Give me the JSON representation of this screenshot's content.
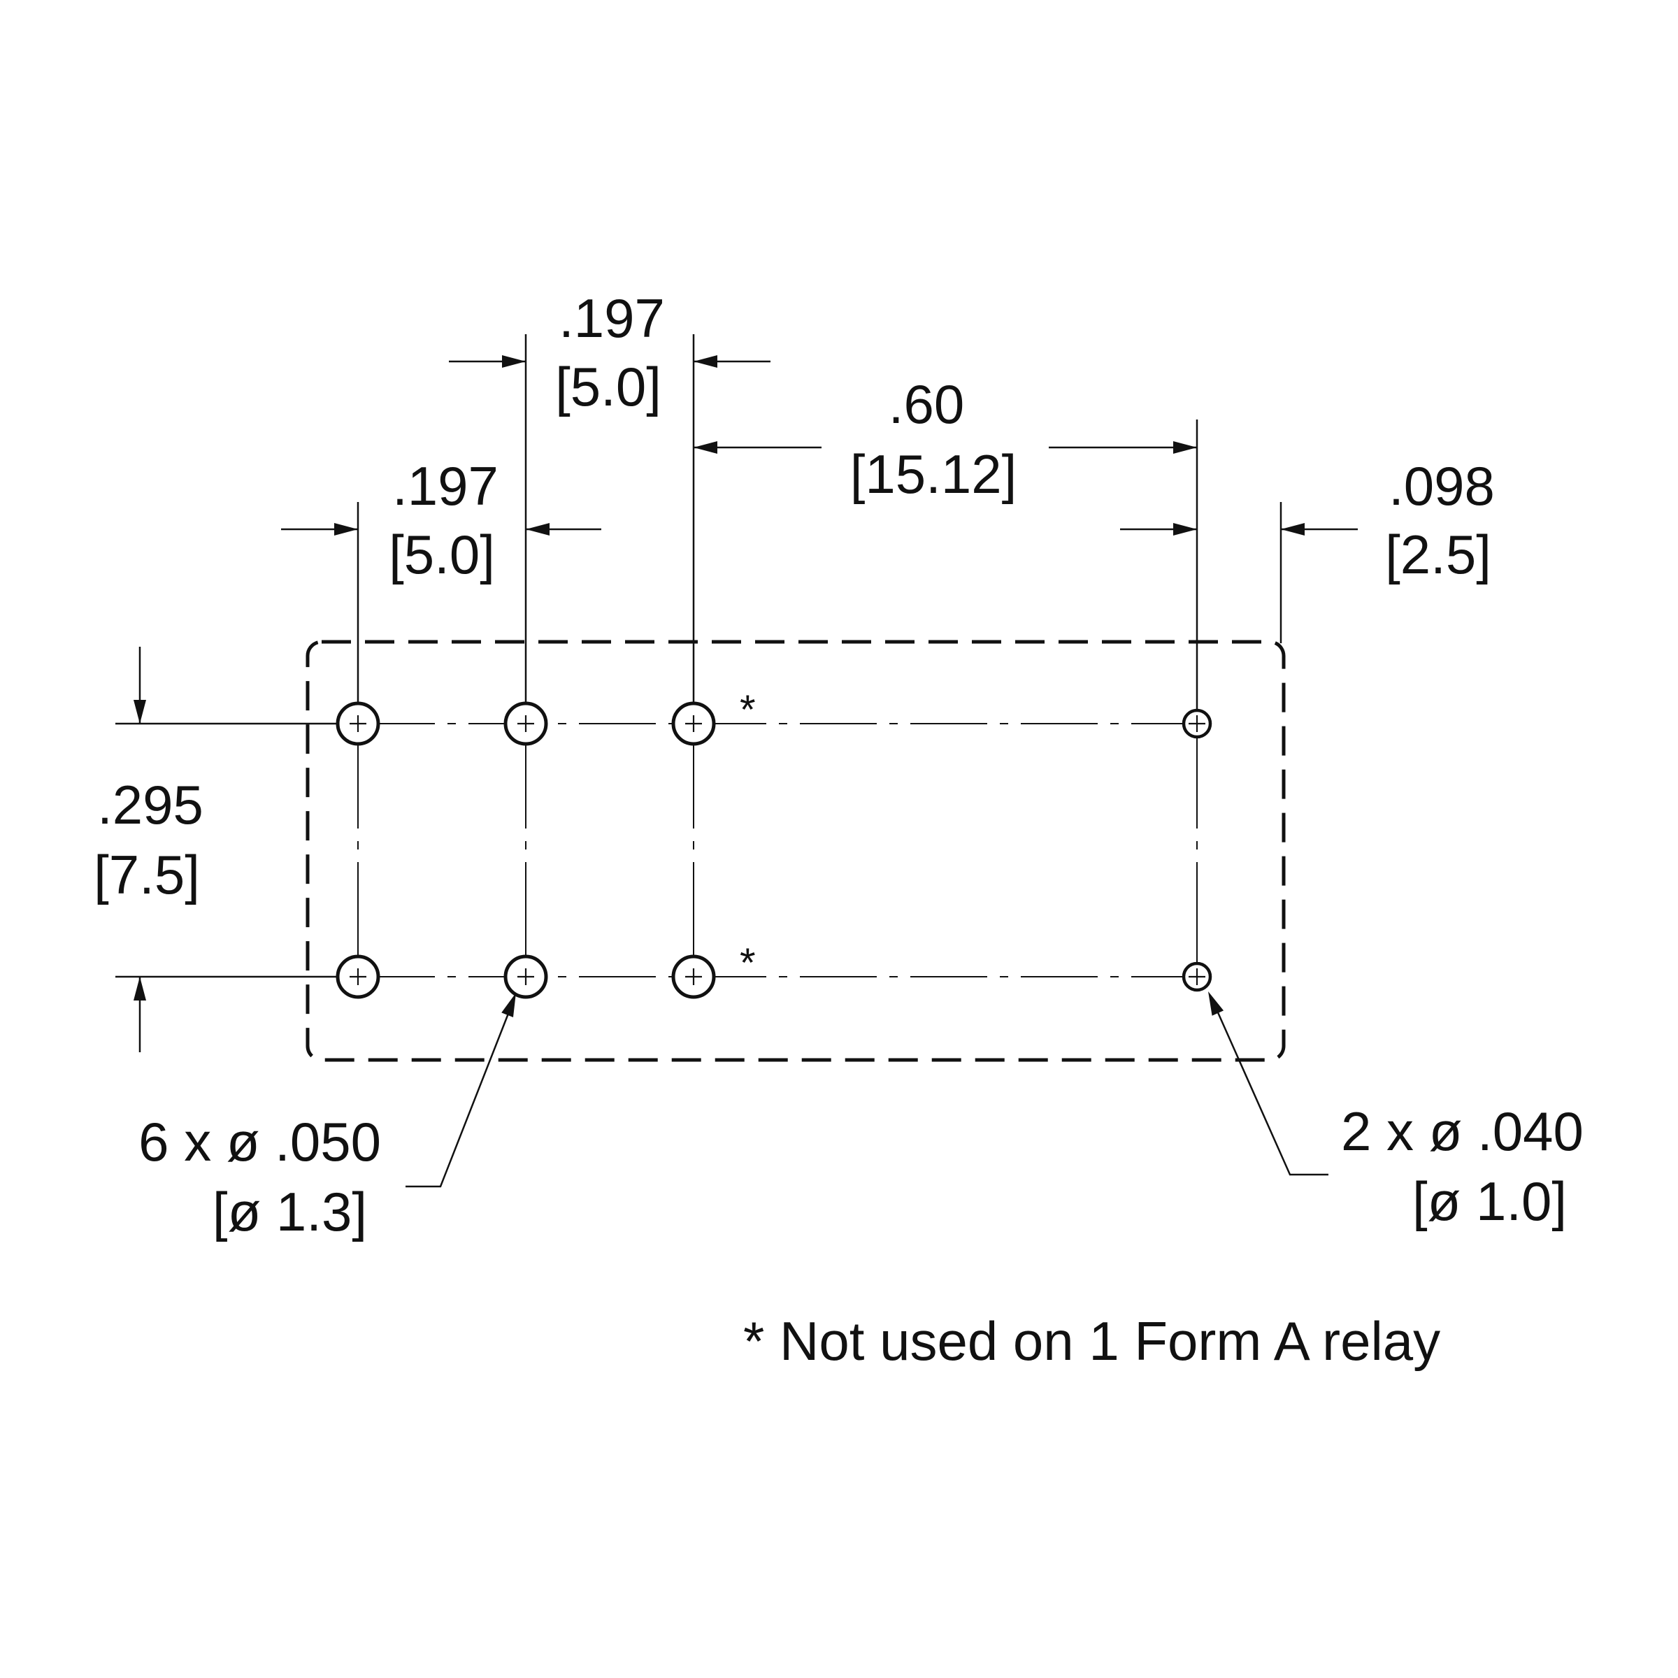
{
  "dimensions": {
    "pitch_top": {
      "imperial": ".197",
      "metric": "[5.0]"
    },
    "pitch_left": {
      "imperial": ".197",
      "metric": "[5.0]"
    },
    "span": {
      "imperial": ".60",
      "metric": "[15.12]"
    },
    "edge_offset": {
      "imperial": ".098",
      "metric": "[2.5]"
    },
    "row_spacing": {
      "imperial": ".295",
      "metric": "[7.5]"
    }
  },
  "callouts": {
    "large_holes": {
      "count_dia": "6 x ø .050",
      "metric": "[ø 1.3]"
    },
    "small_holes": {
      "count_dia": "2 x ø .040",
      "metric": "[ø 1.0]"
    }
  },
  "marks": {
    "top_star": "*",
    "bottom_star": "*"
  },
  "note": "* Not used on 1 Form A relay"
}
